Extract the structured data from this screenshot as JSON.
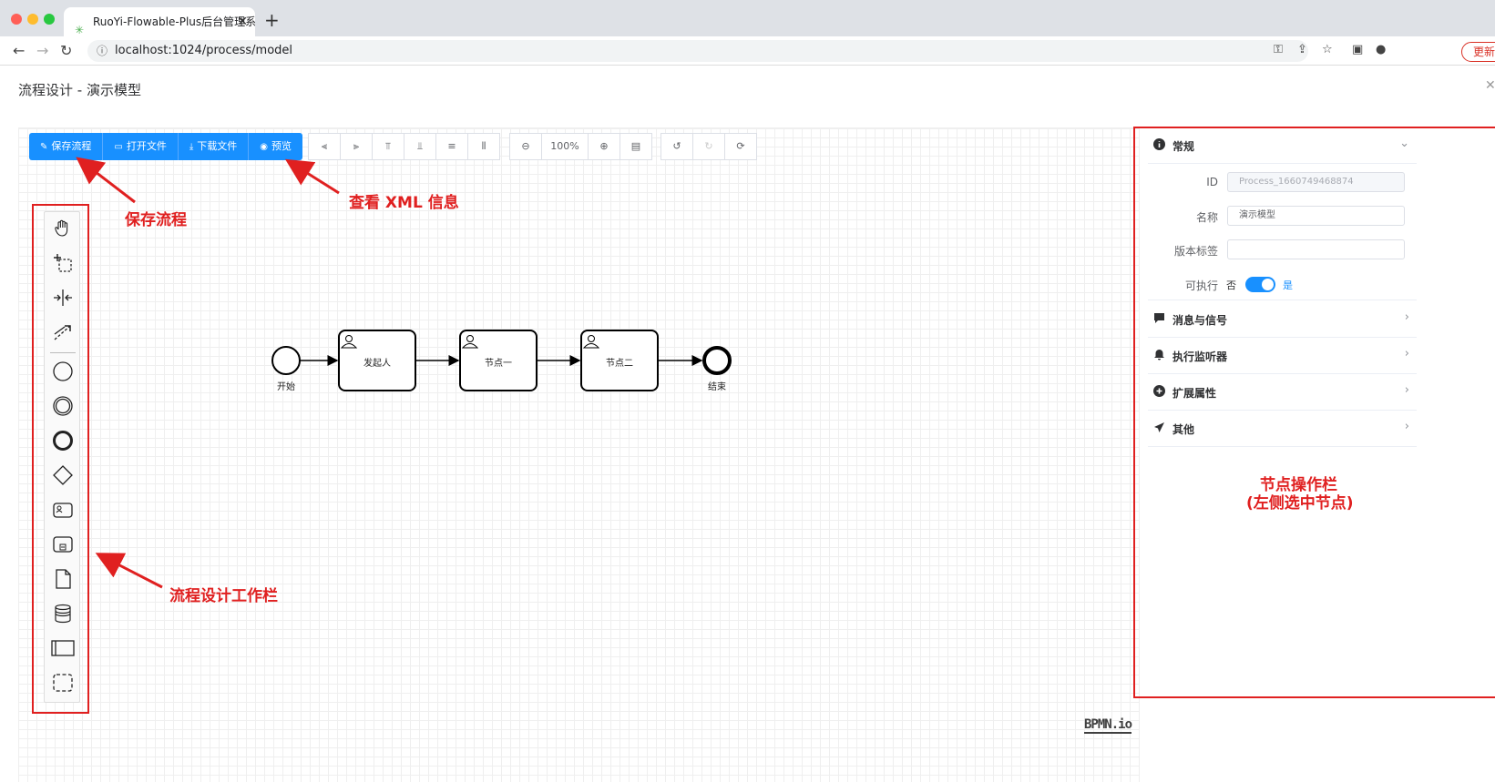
{
  "browser": {
    "tab_title": "RuoYi-Flowable-Plus后台管理系",
    "url": "localhost:1024/process/model",
    "update_label": "更新"
  },
  "dialog": {
    "title": "流程设计 - 演示模型"
  },
  "toolbar": {
    "save": "保存流程",
    "open": "打开文件",
    "download": "下载文件",
    "preview": "预览",
    "zoom": "100%"
  },
  "diagram": {
    "start_label": "开始",
    "task1": "发起人",
    "task2": "节点一",
    "task3": "节点二",
    "end_label": "结束"
  },
  "properties": {
    "general_title": "常规",
    "id_label": "ID",
    "id_value": "Process_1660749468874",
    "name_label": "名称",
    "name_value": "演示模型",
    "version_label": "版本标签",
    "version_value": "",
    "executable_label": "可执行",
    "executable_no": "否",
    "executable_yes": "是",
    "executable": true,
    "sections": [
      "消息与信号",
      "执行监听器",
      "扩展属性",
      "其他"
    ]
  },
  "annotations": {
    "save": "保存流程",
    "xml": "查看 XML 信息",
    "palette": "流程设计工作栏",
    "panel_line1": "节点操作栏",
    "panel_line2": "(左侧选中节点)"
  },
  "watermark": "BPMN.io",
  "colors": {
    "primary": "#1890ff",
    "annotation_red": "#e02020"
  }
}
